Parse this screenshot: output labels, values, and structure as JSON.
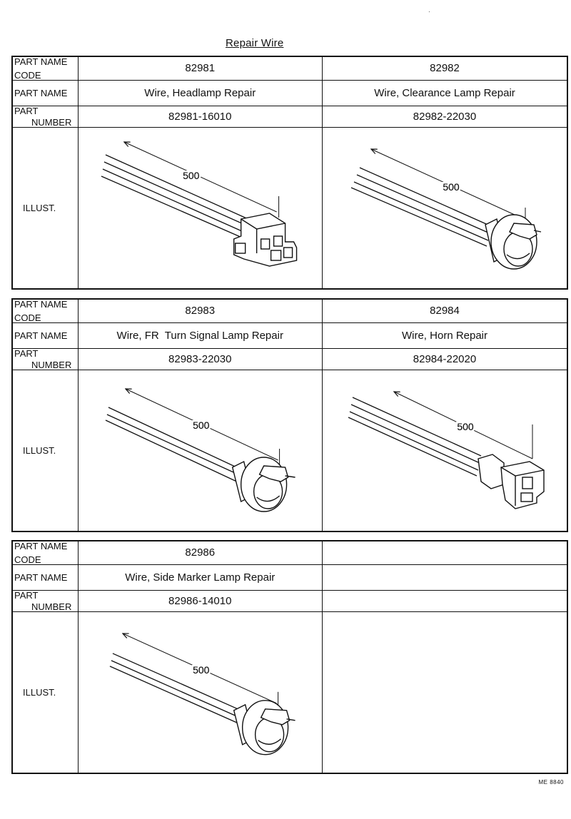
{
  "title": "Repair Wire",
  "labels": {
    "code_line1": "PART NAME",
    "code_line2": "CODE",
    "name": "PART NAME",
    "number_line1": "PART",
    "number_line2": "NUMBER",
    "illust": "ILLUST."
  },
  "dimension": "500",
  "parts": [
    {
      "code": "82981",
      "name": "Wire, Headlamp Repair",
      "number": "82981-16010",
      "connector": "multi-terminal-connector-icon"
    },
    {
      "code": "82982",
      "name": "Wire, Clearance Lamp Repair",
      "number": "82982-22030",
      "connector": "bulb-socket-icon"
    },
    {
      "code": "82983",
      "name": "Wire, FR  Turn Signal Lamp Repair",
      "number": "82983-22030",
      "connector": "bulb-socket-icon"
    },
    {
      "code": "82984",
      "name": "Wire, Horn Repair",
      "number": "82984-22020",
      "connector": "square-connector-icon"
    },
    {
      "code": "82986",
      "name": "Wire, Side Marker Lamp Repair",
      "number": "82986-14010",
      "connector": "bulb-socket-icon"
    }
  ],
  "footer": "ME  8840"
}
